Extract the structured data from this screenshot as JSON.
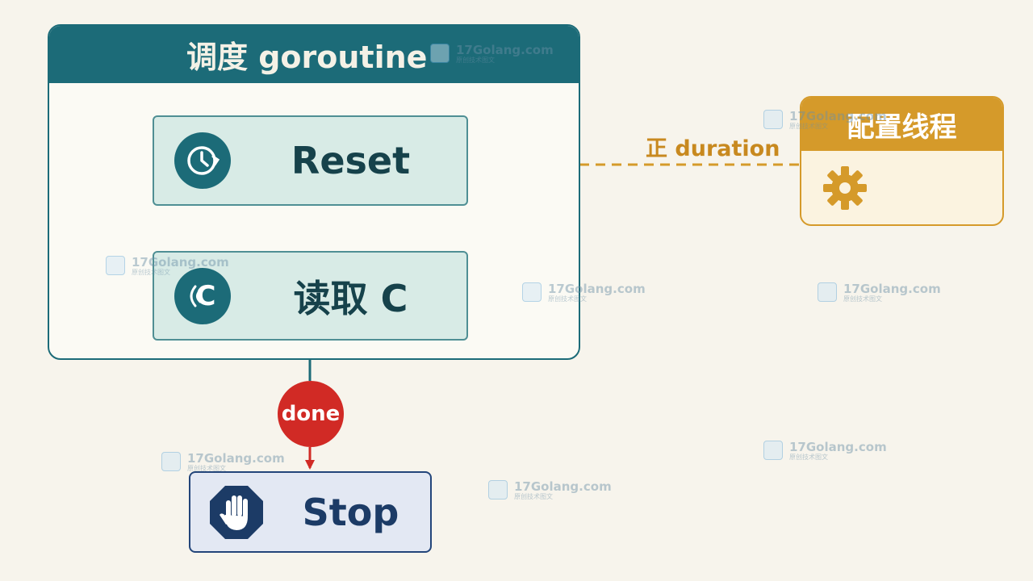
{
  "scheduler": {
    "title": "调度 goroutine"
  },
  "steps": {
    "reset": {
      "label": "Reset",
      "icon": "timer-reset-icon"
    },
    "read": {
      "label": "读取 C",
      "icon": "channel-receive-icon",
      "icon_glyph": "C"
    }
  },
  "config": {
    "title": "配置线程",
    "icon": "gear-icon"
  },
  "edges": {
    "config_to_reset": {
      "label": "正 duration",
      "style": "dashed"
    }
  },
  "done": {
    "label": "done"
  },
  "stop": {
    "label": "Stop",
    "icon": "stop-hand-icon"
  },
  "watermark": {
    "text": "17Golang.com",
    "subtext": "原创技术图文"
  },
  "colors": {
    "teal": "#1c6b78",
    "teal_light": "#d8ebe6",
    "orange": "#d59a2a",
    "red": "#d12a25",
    "navy": "#23457a",
    "background": "#f7f4ec"
  }
}
